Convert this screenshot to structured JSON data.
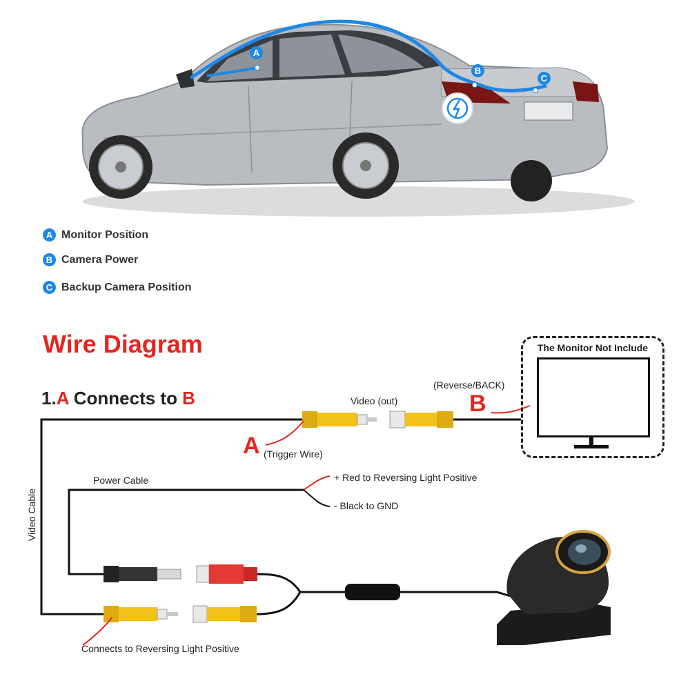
{
  "legend": [
    {
      "badge": "A",
      "text": "Monitor Position"
    },
    {
      "badge": "B",
      "text": "Camera Power"
    },
    {
      "badge": "C",
      "text": "Backup Camera Position"
    }
  ],
  "car_markers": {
    "a": "A",
    "b": "B",
    "c": "C"
  },
  "wire_diagram": {
    "title": "Wire Diagram",
    "subtitle": {
      "prefix": "1.",
      "a": "A",
      "middle": " Connects to ",
      "b": "B"
    },
    "labels": {
      "video_out": "Video (out)",
      "reverse_back": "(Reverse/BACK)",
      "a_letter": "A",
      "b_letter": "B",
      "trigger_wire": "(Trigger Wire)",
      "power_cable": "Power Cable",
      "red_positive": "+ Red to Reversing Light Positive",
      "black_gnd": "- Black to GND",
      "video_cable": "Video Cable",
      "connects_to": "Connects to Reversing Light Positive"
    },
    "monitor_title": "The Monitor Not Include"
  },
  "colors": {
    "accent_blue": "#1e88e5",
    "red": "#e3261f",
    "rca_yellow": "#f2c21b",
    "rca_red": "#e53935"
  }
}
